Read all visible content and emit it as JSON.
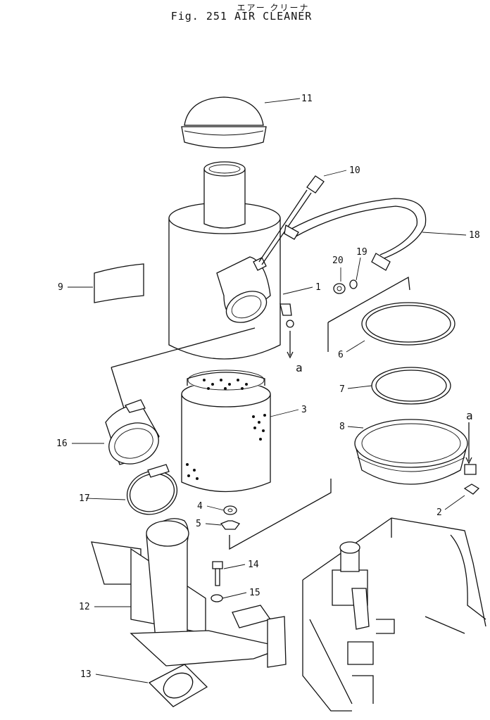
{
  "header": {
    "title_kana": "エアー クリーナ",
    "title": "Fig. 251   AIR CLEANER"
  },
  "callouts": [
    "1",
    "2",
    "3",
    "4",
    "5",
    "6",
    "7",
    "8",
    "9",
    "10",
    "11",
    "12",
    "13",
    "14",
    "15",
    "16",
    "17",
    "18",
    "19",
    "20"
  ],
  "refs": {
    "a1": "a",
    "a2": "a"
  }
}
